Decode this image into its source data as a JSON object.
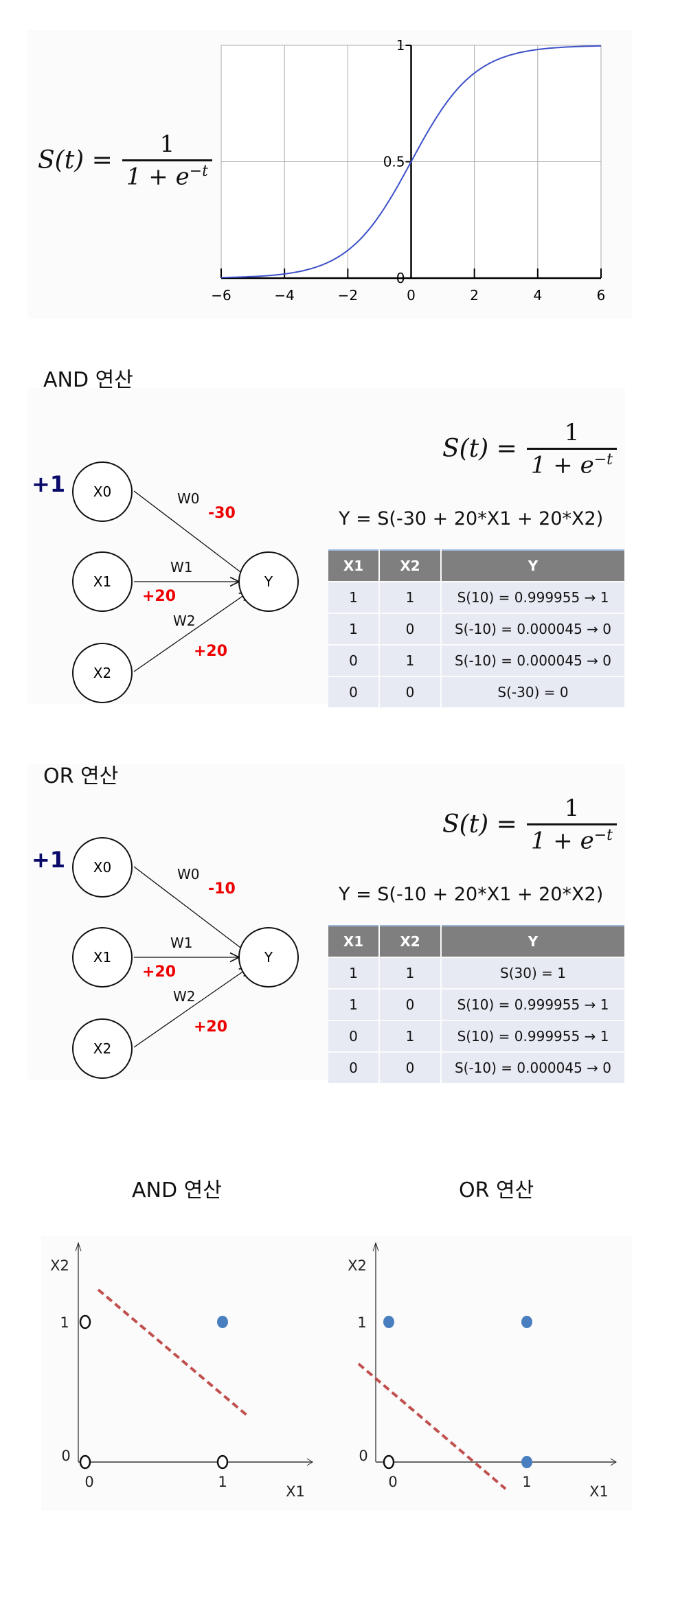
{
  "formula": {
    "lhs": "S(t) =",
    "numerator": "1",
    "denominator": "1 + e",
    "exponent": "−t"
  },
  "chart_data": {
    "type": "line",
    "title": "",
    "function": "sigmoid",
    "x": [
      -6,
      -5,
      -4,
      -3,
      -2,
      -1,
      0,
      1,
      2,
      3,
      4,
      5,
      6
    ],
    "y": [
      0.0025,
      0.0067,
      0.018,
      0.047,
      0.119,
      0.269,
      0.5,
      0.731,
      0.881,
      0.953,
      0.982,
      0.9933,
      0.9975
    ],
    "xlim": [
      -6,
      6
    ],
    "ylim": [
      0,
      1
    ],
    "xticks": [
      "−6",
      "−4",
      "−2",
      "0",
      "2",
      "4",
      "6"
    ],
    "yticks": [
      "0",
      "0.5",
      "1"
    ],
    "grid": true,
    "line_color": "#3b4fc8"
  },
  "and_section": {
    "title": "AND 연산",
    "bias": "+1",
    "nodes": {
      "x0": "X0",
      "x1": "X1",
      "x2": "X2",
      "y": "Y"
    },
    "weights": [
      {
        "label": "W0",
        "value": "-30"
      },
      {
        "label": "W1",
        "value": "+20"
      },
      {
        "label": "W2",
        "value": "+20"
      }
    ],
    "equation": "Y = S(-30 + 20*X1 + 20*X2)",
    "table": {
      "headers": [
        "X1",
        "X2",
        "Y"
      ],
      "rows": [
        [
          "1",
          "1",
          "S(10) = 0.999955 → 1"
        ],
        [
          "1",
          "0",
          "S(-10) = 0.000045 → 0"
        ],
        [
          "0",
          "1",
          "S(-10) = 0.000045 → 0"
        ],
        [
          "0",
          "0",
          "S(-30) = 0"
        ]
      ]
    }
  },
  "or_section": {
    "title": "OR 연산",
    "bias": "+1",
    "nodes": {
      "x0": "X0",
      "x1": "X1",
      "x2": "X2",
      "y": "Y"
    },
    "weights": [
      {
        "label": "W0",
        "value": "-10"
      },
      {
        "label": "W1",
        "value": "+20"
      },
      {
        "label": "W2",
        "value": "+20"
      }
    ],
    "equation": "Y = S(-10 + 20*X1 + 20*X2)",
    "table": {
      "headers": [
        "X1",
        "X2",
        "Y"
      ],
      "rows": [
        [
          "1",
          "1",
          "S(30) = 1"
        ],
        [
          "1",
          "0",
          "S(10) = 0.999955 → 1"
        ],
        [
          "0",
          "1",
          "S(10) = 0.999955 → 1"
        ],
        [
          "0",
          "0",
          "S(-10) = 0.000045 → 0"
        ]
      ]
    }
  },
  "plots": [
    {
      "title": "AND 연산",
      "xlabel": "X1",
      "ylabel": "X2",
      "ticks": [
        "0",
        "1"
      ],
      "points": [
        {
          "x": 0,
          "y": 0,
          "class": 0
        },
        {
          "x": 0,
          "y": 1,
          "class": 0
        },
        {
          "x": 1,
          "y": 0,
          "class": 0
        },
        {
          "x": 1,
          "y": 1,
          "class": 1
        }
      ]
    },
    {
      "title": "OR 연산",
      "xlabel": "X1",
      "ylabel": "X2",
      "ticks": [
        "0",
        "1"
      ],
      "points": [
        {
          "x": 0,
          "y": 0,
          "class": 0
        },
        {
          "x": 0,
          "y": 1,
          "class": 1
        },
        {
          "x": 1,
          "y": 0,
          "class": 1
        },
        {
          "x": 1,
          "y": 1,
          "class": 1
        }
      ]
    }
  ],
  "colors": {
    "positive": "#4a7fbf",
    "boundary": "#c0504d",
    "header": "#7f7f7f",
    "row": "#e7eaf3"
  }
}
